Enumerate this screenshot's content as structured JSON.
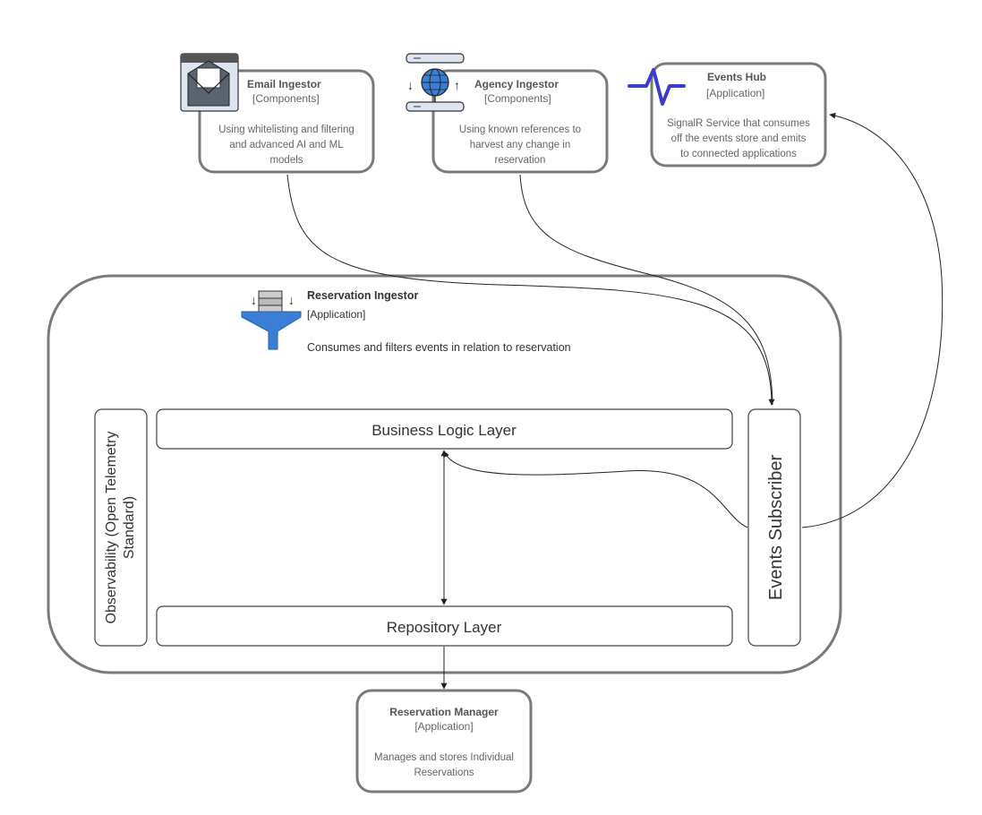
{
  "email_ingestor": {
    "title": "Email Ingestor",
    "type": "[Components]",
    "desc": [
      "Using whitelisting and filtering",
      "and advanced AI and ML",
      "models"
    ],
    "icon": "mail-envelope-icon"
  },
  "agency_ingestor": {
    "title": "Agency Ingestor",
    "type": "[Components]",
    "desc": [
      "Using known references to",
      "harvest any change in",
      "reservation"
    ],
    "icon": "globe-network-icon"
  },
  "events_hub": {
    "title": "Events Hub",
    "type": "[Application]",
    "desc": [
      "SignalR Service that consumes",
      "off the events store and emits",
      "to connected applications"
    ],
    "icon": "pulse-wave-icon",
    "icon_color": "#3c3cc8"
  },
  "reservation_ingestor": {
    "title": "Reservation Ingestor",
    "type": "[Application]",
    "desc": "Consumes and filters events in relation to reservation",
    "icon": "funnel-server-icon",
    "icon_color": "#3a7fd5"
  },
  "layers": {
    "business": "Business Logic Layer",
    "repository": "Repository Layer",
    "observability": [
      "Observability (Open Telemetry",
      "Standard)"
    ],
    "events_subscriber": "Events Subscriber"
  },
  "reservation_manager": {
    "title": "Reservation Manager",
    "type": "[Application]",
    "desc": [
      "Manages and stores Individual",
      "Reservations"
    ]
  },
  "colors": {
    "border": "#7a7a7a",
    "line": "#222222"
  }
}
